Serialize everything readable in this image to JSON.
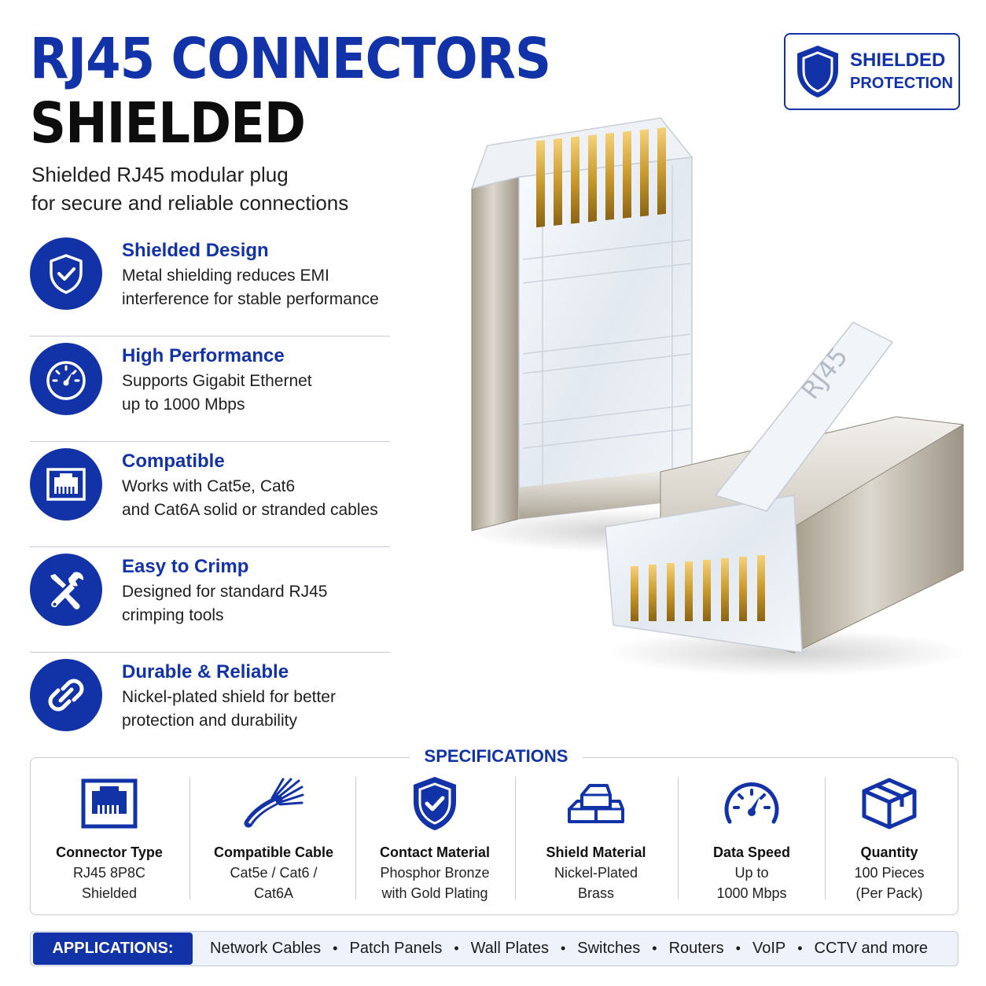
{
  "header": {
    "title_line1": "RJ45 CONNECTORS",
    "title_line2": "SHIELDED",
    "subtitle_line1": "Shielded RJ45 modular plug",
    "subtitle_line2": "for secure and reliable connections"
  },
  "badge": {
    "line1": "SHIELDED",
    "line2": "PROTECTION",
    "icon": "shield-check-icon"
  },
  "features": [
    {
      "title": "Shielded Design",
      "line1": "Metal shielding reduces EMI",
      "line2": "interference for stable performance",
      "icon": "shield-check-icon"
    },
    {
      "title": "High Performance",
      "line1": "Supports Gigabit Ethernet",
      "line2": "up to 1000 Mbps",
      "icon": "speedometer-icon"
    },
    {
      "title": "Compatible",
      "line1": "Works with Cat5e, Cat6",
      "line2": "and Cat6A solid or stranded cables",
      "icon": "ethernet-port-icon"
    },
    {
      "title": "Easy to Crimp",
      "line1": "Designed for standard RJ45",
      "line2": "crimping tools",
      "icon": "wrench-icon"
    },
    {
      "title": "Durable & Reliable",
      "line1": "Nickel-plated shield for better",
      "line2": "protection and durability",
      "icon": "chain-link-icon"
    }
  ],
  "product": {
    "plug_print": "RJ45"
  },
  "specifications": {
    "title": "SPECIFICATIONS",
    "items": [
      {
        "label": "Connector Type",
        "line1": "RJ45 8P8C",
        "line2": "Shielded",
        "icon": "ethernet-port-icon"
      },
      {
        "label": "Compatible Cable",
        "line1": "Cat5e / Cat6 /",
        "line2": "Cat6A",
        "icon": "cable-wires-icon"
      },
      {
        "label": "Contact Material",
        "line1": "Phosphor Bronze",
        "line2": "with Gold Plating",
        "icon": "shield-check-icon"
      },
      {
        "label": "Shield Material",
        "line1": "Nickel-Plated",
        "line2": "Brass",
        "icon": "metal-bars-icon"
      },
      {
        "label": "Data Speed",
        "line1": "Up to",
        "line2": "1000 Mbps",
        "icon": "speedometer-icon"
      },
      {
        "label": "Quantity",
        "line1": "100 Pieces",
        "line2": "(Per Pack)",
        "icon": "box-icon"
      }
    ]
  },
  "applications": {
    "label": "APPLICATIONS:",
    "items": [
      "Network Cables",
      "Patch Panels",
      "Wall Plates",
      "Switches",
      "Routers",
      "VoIP",
      "CCTV and more"
    ]
  },
  "colors": {
    "brand_blue": "#1233a8",
    "gold": "#c99a2e",
    "metal": "#bdb6a8"
  }
}
